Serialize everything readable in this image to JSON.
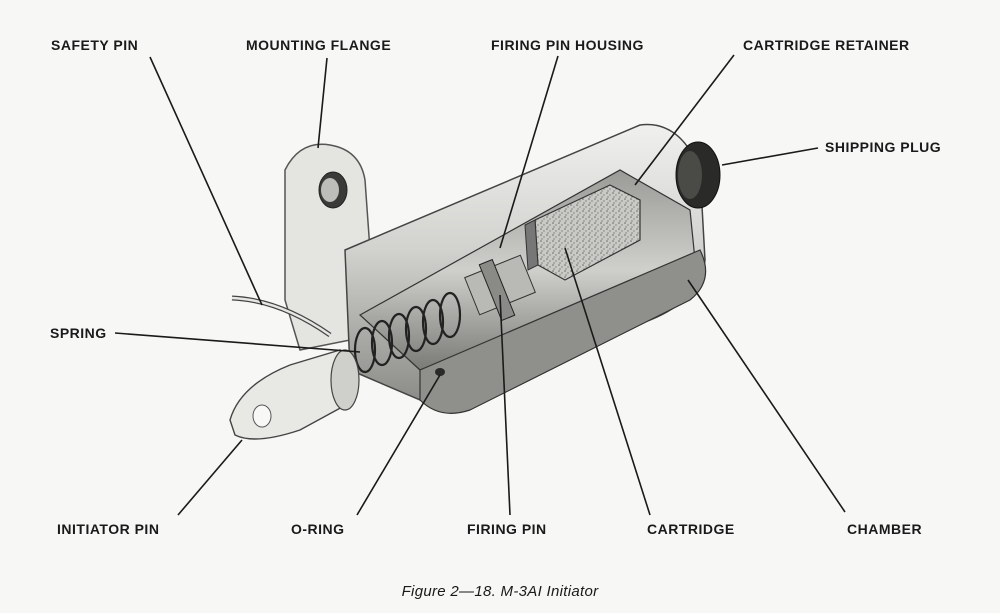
{
  "labels": {
    "safety_pin": "SAFETY PIN",
    "mounting_flange": "MOUNTING FLANGE",
    "firing_pin_housing": "FIRING PIN HOUSING",
    "cartridge_retainer": "CARTRIDGE RETAINER",
    "shipping_plug": "SHIPPING PLUG",
    "spring": "SPRING",
    "initiator_pin": "INITIATOR PIN",
    "o_ring": "O-RING",
    "firing_pin": "FIRING PIN",
    "cartridge": "CARTRIDGE",
    "chamber": "CHAMBER"
  },
  "caption": "Figure 2—18.  M-3AI Initiator",
  "colors": {
    "ink": "#1a1a1a",
    "metal_light": "#d9d9d6",
    "metal_mid": "#b5b5b1",
    "metal_dark": "#6e6e6a",
    "propellant": "#a8a8a4"
  }
}
